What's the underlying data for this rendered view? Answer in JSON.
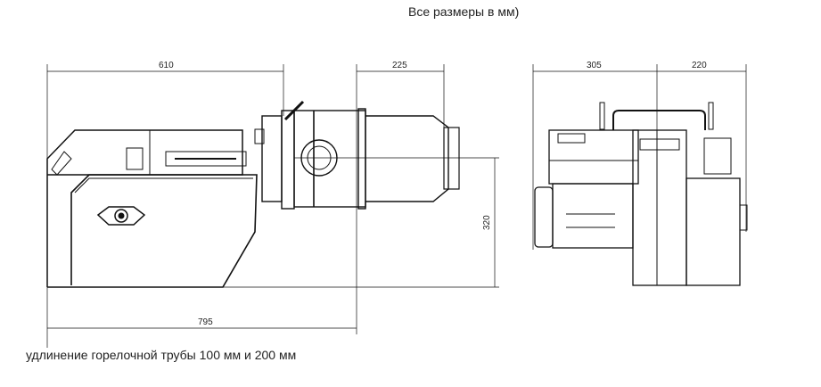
{
  "title": "Все размеры в мм)",
  "caption": "удлинение горелочной трубы 100 мм и 200 мм",
  "side_view": {
    "dim_body_length": "610",
    "dim_tube_length": "225",
    "dim_total_length": "795",
    "dim_height_below_axis": "320"
  },
  "front_view": {
    "dim_left_width": "305",
    "dim_right_width": "220"
  }
}
